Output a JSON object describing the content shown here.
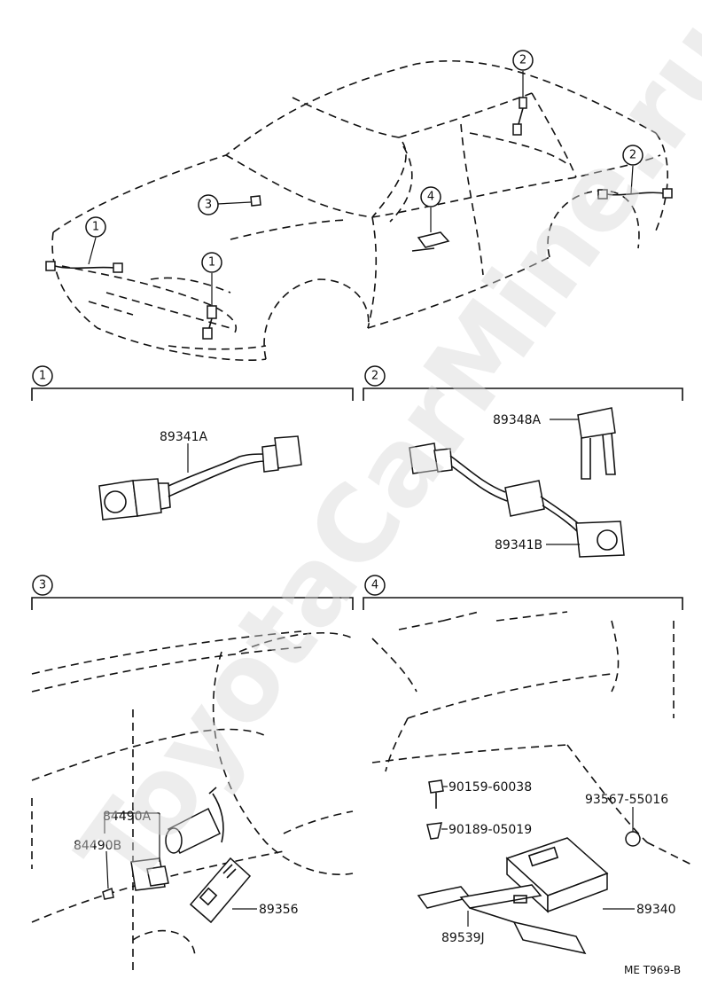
{
  "watermark": "ToyotaCarMine.ru",
  "callouts": {
    "c1": "1",
    "c2": "2",
    "c3": "3",
    "c4": "4"
  },
  "sections": [
    {
      "number": "1",
      "parts": [
        "89341A"
      ]
    },
    {
      "number": "2",
      "parts": [
        "89348A",
        "89341B"
      ]
    },
    {
      "number": "3",
      "parts": [
        "84490A",
        "84490B",
        "89356"
      ]
    },
    {
      "number": "4",
      "parts": [
        "90159-60038",
        "90189-05019",
        "93567-55016",
        "89340",
        "89539J"
      ]
    }
  ],
  "labels": {
    "p89341A": "89341A",
    "p89348A": "89348A",
    "p89341B": "89341B",
    "p84490A": "84490A",
    "p84490B": "84490B",
    "p89356": "89356",
    "p90159": "90159-60038",
    "p90189": "90189-05019",
    "p93567": "93567-55016",
    "p89340": "89340",
    "p89539J": "89539J"
  },
  "diagram_code": "ME T969-B"
}
